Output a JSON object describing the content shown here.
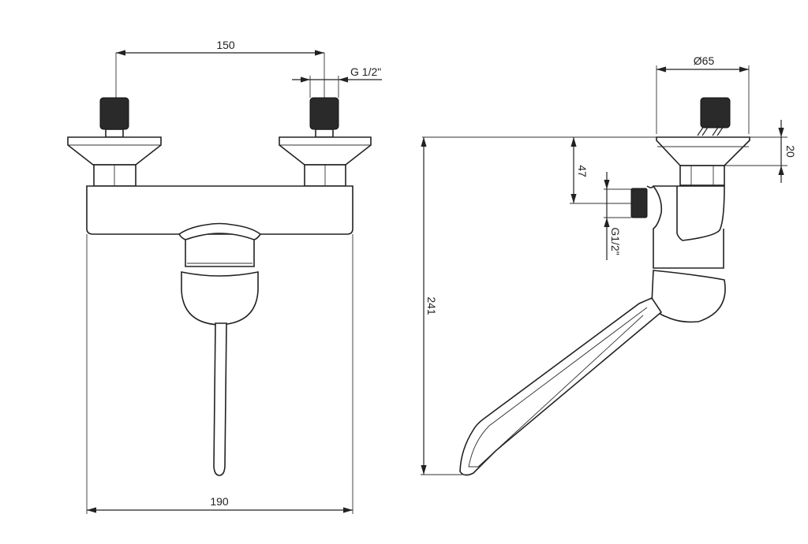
{
  "front_view": {
    "dim_inlet_spacing": "150",
    "dim_inlet_thread": "G 1/2\"",
    "dim_width": "190"
  },
  "side_view": {
    "dim_flange_diameter": "Ø65",
    "dim_flange_height": "20",
    "dim_outlet_offset": "47",
    "dim_outlet_thread": "G1/2\"",
    "dim_total_height": "241"
  }
}
